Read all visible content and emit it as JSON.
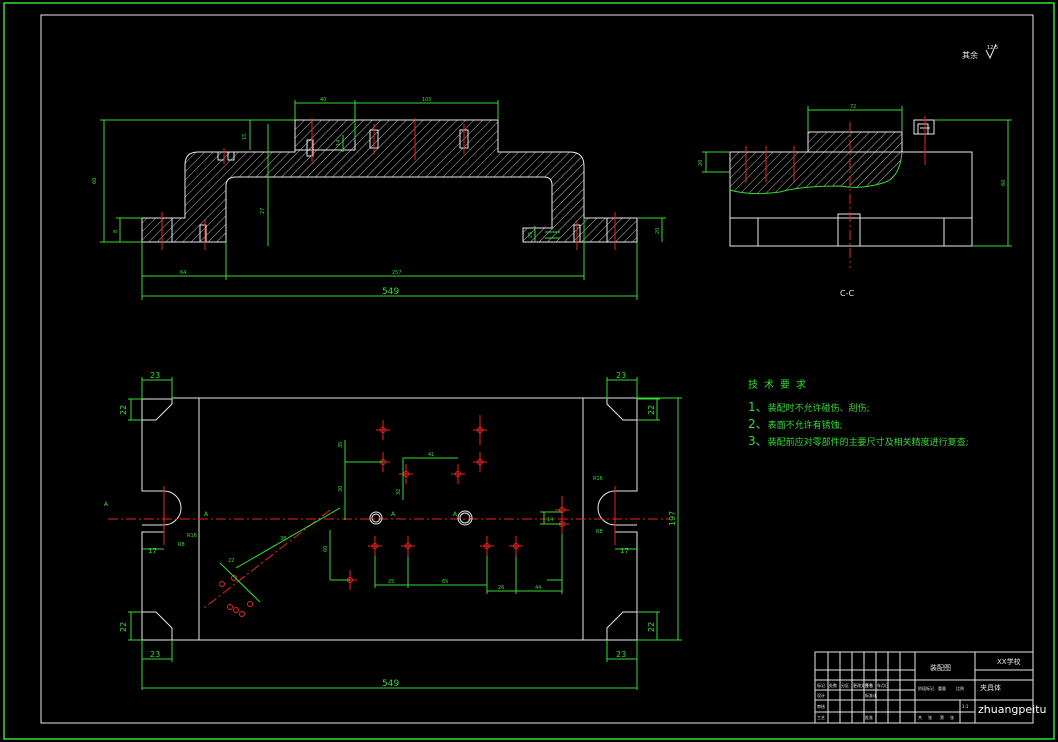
{
  "colors": {
    "background": "#000000",
    "outline": "#e8e8e8",
    "dimension": "#33dd33",
    "centerline": "#ee2222"
  },
  "surface_finish": {
    "label": "其余",
    "value": "12.5"
  },
  "front_view": {
    "dims": {
      "d40": "40",
      "d100": "100",
      "d60": "60",
      "d8": "8",
      "d30": "30",
      "d64": "64",
      "d257": "257",
      "overall": "549",
      "d20": "20",
      "d25": "25",
      "d27": "27",
      "d15": "15",
      "d14": "14"
    }
  },
  "side_view": {
    "label": "C-C",
    "dims": {
      "d72": "72",
      "d60": "60",
      "d20": "20"
    }
  },
  "plan_view": {
    "dims": {
      "tl23": "23",
      "tl22": "22",
      "tr23": "23",
      "tr22": "22",
      "bl22": "22",
      "bl23": "23",
      "br22": "22",
      "br23": "23",
      "width": "197",
      "overall": "549",
      "l17": "17",
      "r17": "17",
      "r8": "R8",
      "r16a": "R16",
      "r16b": "R16",
      "r8b": "R8",
      "a1": "A",
      "a2": "A",
      "a3": "A",
      "a4": "A",
      "d35": "35",
      "d30": "30",
      "d41": "41",
      "d32": "32",
      "d60": "60",
      "d25": "25",
      "d65": "65",
      "d26": "26",
      "d44": "44",
      "d14": "14",
      "d38": "38",
      "d22": "22"
    }
  },
  "tech_notes": {
    "title": "技术要求",
    "items": [
      {
        "num": "1、",
        "text": "装配时不允许碰伤、刮伤;"
      },
      {
        "num": "2、",
        "text": "表面不允许有锈蚀;"
      },
      {
        "num": "3、",
        "text": "装配前应对零部件的主要尺寸及相关精度进行复查;"
      }
    ]
  },
  "title_block": {
    "drawing_name": "装配图",
    "part_name": "夹具体",
    "org": "XX学校",
    "scale": "1:1",
    "rows": [
      "标记",
      "处数",
      "分区",
      "更改文件号",
      "签名",
      "年月日",
      "设计",
      "审核",
      "工艺",
      "标准化",
      "批准",
      "阶段标记",
      "重量",
      "比例",
      "共",
      "张",
      "第",
      "张"
    ]
  },
  "watermark": "zhuangpeitu"
}
